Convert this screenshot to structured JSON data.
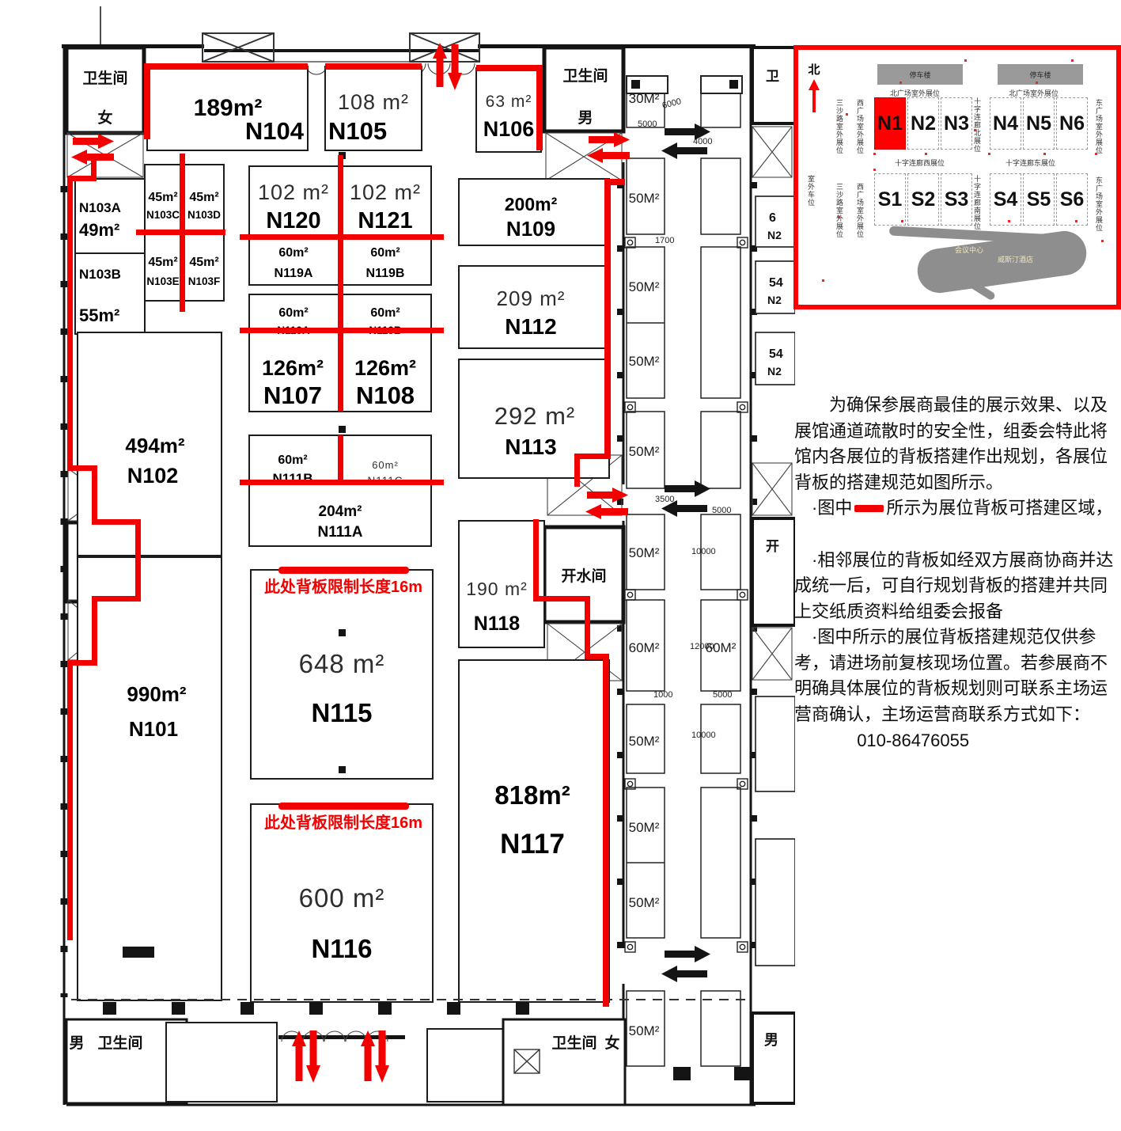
{
  "plan": {
    "rooms": {
      "toilet": "卫生间",
      "female": "女",
      "male": "男",
      "boiler": "开水间"
    },
    "booths": {
      "n104": {
        "area": "189m²",
        "id": "N104"
      },
      "n105": {
        "area": "108 m²",
        "id": "N105"
      },
      "n106": {
        "area": "63 m²",
        "id": "N106"
      },
      "n103a": {
        "id": "N103A",
        "area": "49m²"
      },
      "n103b": {
        "id": "N103B",
        "area": "55m²"
      },
      "n103c": {
        "area": "45m²",
        "id": "N103C"
      },
      "n103d": {
        "area": "45m²",
        "id": "N103D"
      },
      "n103e": {
        "area": "45m²",
        "id": "N103E"
      },
      "n103f": {
        "area": "45m²",
        "id": "N103F"
      },
      "n120": {
        "area": "102 m²",
        "id": "N120"
      },
      "n121": {
        "area": "102 m²",
        "id": "N121"
      },
      "n119a": {
        "area": "60m²",
        "id": "N119A"
      },
      "n119b": {
        "area": "60m²",
        "id": "N119B"
      },
      "n110a": {
        "area": "60m²",
        "id": "N110A"
      },
      "n110b": {
        "area": "60m²",
        "id": "N110B"
      },
      "n107": {
        "area": "126m²",
        "id": "N107"
      },
      "n108": {
        "area": "126m²",
        "id": "N108"
      },
      "n111b": {
        "area": "60m²",
        "id": "N111B"
      },
      "n111c": {
        "area": "60m²",
        "id": "N111C"
      },
      "n111a": {
        "area": "204m²",
        "id": "N111A"
      },
      "n109": {
        "area": "200m²",
        "id": "N109"
      },
      "n112": {
        "area": "209 m²",
        "id": "N112"
      },
      "n113": {
        "area": "292 m²",
        "id": "N113"
      },
      "n102": {
        "area": "494m²",
        "id": "N102"
      },
      "n101": {
        "area": "990m²",
        "id": "N101"
      },
      "n115": {
        "area": "648 m²",
        "id": "N115"
      },
      "n116": {
        "area": "600 m²",
        "id": "N116"
      },
      "n117": {
        "area": "818m²",
        "id": "N117"
      },
      "n118": {
        "area": "190 m²",
        "id": "N118"
      }
    },
    "corridor": {
      "c30": "30M²",
      "c50": "50M²",
      "c60": "60M²",
      "d6000": "6000",
      "d5000": "5000",
      "d4000": "4000",
      "d1700": "1700",
      "d3500": "3500",
      "d10000": "10000",
      "d12000": "12000",
      "d1000": "1000"
    },
    "partial": {
      "toilet": "卫",
      "six": "6",
      "n2": "N2",
      "fifty4": "54",
      "boiler": "开"
    },
    "red_notes": {
      "limit16": "此处背板限制长度16m"
    }
  },
  "inset": {
    "north": "北",
    "parking": "停车楼",
    "north_plaza": "北广场室外展位",
    "west_plaza": "西广场室外展位",
    "east_plaza": "东广场室外展位",
    "sansha": "三沙路室外展位",
    "cross_north": "十字连廊北展位",
    "cross_west": "十字连廊西展位",
    "cross_east": "十字连廊东展位",
    "cross_south": "十字连廊南展位",
    "outdoor_parking": "室外车位",
    "conference": "会议中心",
    "westin": "威斯汀酒店",
    "halls_n": [
      "N1",
      "N2",
      "N3",
      "N4",
      "N5",
      "N6"
    ],
    "halls_s": [
      "S1",
      "S2",
      "S3",
      "S4",
      "S5",
      "S6"
    ],
    "highlight_color": "#ff0000"
  },
  "notes": {
    "p1": "为确保参展商最佳的展示效果、以及展馆通道疏散时的安全性，组委会特此将馆内各展位的背板搭建作出规划，各展位背板的搭建规范如图所示。",
    "b1pre": "·图中",
    "b1post": "所示为展位背板可搭建区域，",
    "b2": "·相邻展位的背板如经双方展商协商并达成统一后，可自行规划背板的搭建并共同上交纸质资料给组委会报备",
    "b3": "·图中所示的展位背板搭建规范仅供参考，请进场前复核现场位置。若参展商不明确具体展位的背板规划则可联系主场运营商确认，主场运营商联系方式如下：",
    "phone": "010-86476055"
  }
}
